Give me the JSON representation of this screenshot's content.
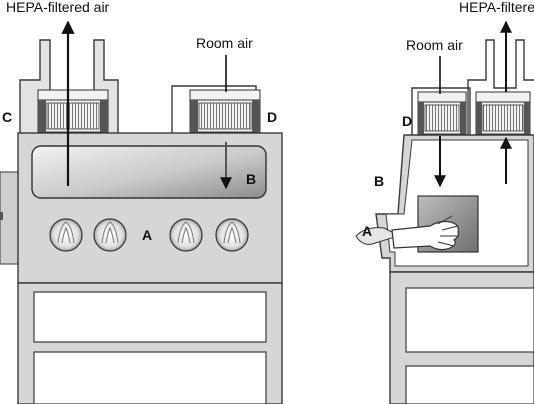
{
  "labels": {
    "hepa_left": "HEPA-filtered air",
    "hepa_right": "HEPA-filtered",
    "room_air_left": "Room air",
    "room_air_right": "Room air",
    "C": "C",
    "D_left": "D",
    "B_left": "B",
    "A_left": "A",
    "D_right": "D",
    "B_right": "B",
    "A_right": "A"
  },
  "colors": {
    "cabinet": "#d6d6d6",
    "cabinet_dark": "#b9b9b9",
    "outline": "#3a3a3a",
    "window_light": "#ececec",
    "window_dark": "#9c9c9c",
    "glove_port": "#e9e9e9",
    "box": "#8f8f8f",
    "arrow": "#111111"
  }
}
